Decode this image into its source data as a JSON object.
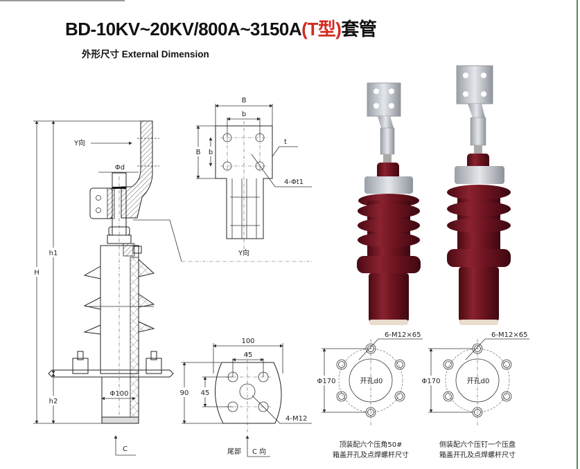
{
  "header": {
    "title_main": "BD-10KV~20KV/800A~3150A",
    "title_type": "(T型)",
    "title_suffix": "套管",
    "subtitle": "外形尺寸 External Dimension"
  },
  "side_view": {
    "label_H": "H",
    "label_h1": "h1",
    "label_h2": "h2",
    "label_phi_d": "Φd",
    "label_phi_100": "Φ100",
    "label_y_dir": "Y向",
    "label_c": "C"
  },
  "terminal_view": {
    "label_B_top": "B",
    "label_b_top": "b",
    "label_B_side": "B",
    "label_b_side": "b",
    "label_t": "t",
    "label_holes": "4-Φt1",
    "label_y_dir": "Y向"
  },
  "base_view": {
    "dim_width": "100",
    "dim_hole_x": "45",
    "dim_height": "90",
    "dim_hole_y": "45",
    "label_holes": "4-M12",
    "label_tail": "尾部",
    "label_c_dir": "C 向"
  },
  "flange_views": [
    {
      "bolts": "6-M12×65",
      "diameter": "Φ170",
      "hole": "开孔d0",
      "caption_line1": "顶装配六个压角50#",
      "caption_line2": "箱盖开孔及点焊螺杆尺寸"
    },
    {
      "bolts": "6-M12×65",
      "diameter": "Φ170",
      "hole": "开孔d0",
      "caption_line1": "侧装配六个压钉一个压盘",
      "caption_line2": "箱盖开孔及点焊螺杆尺寸"
    }
  ],
  "colors": {
    "title_accent": "#d42a22",
    "porcelain": "#6e1420",
    "frame_green": "#4a8a55"
  }
}
